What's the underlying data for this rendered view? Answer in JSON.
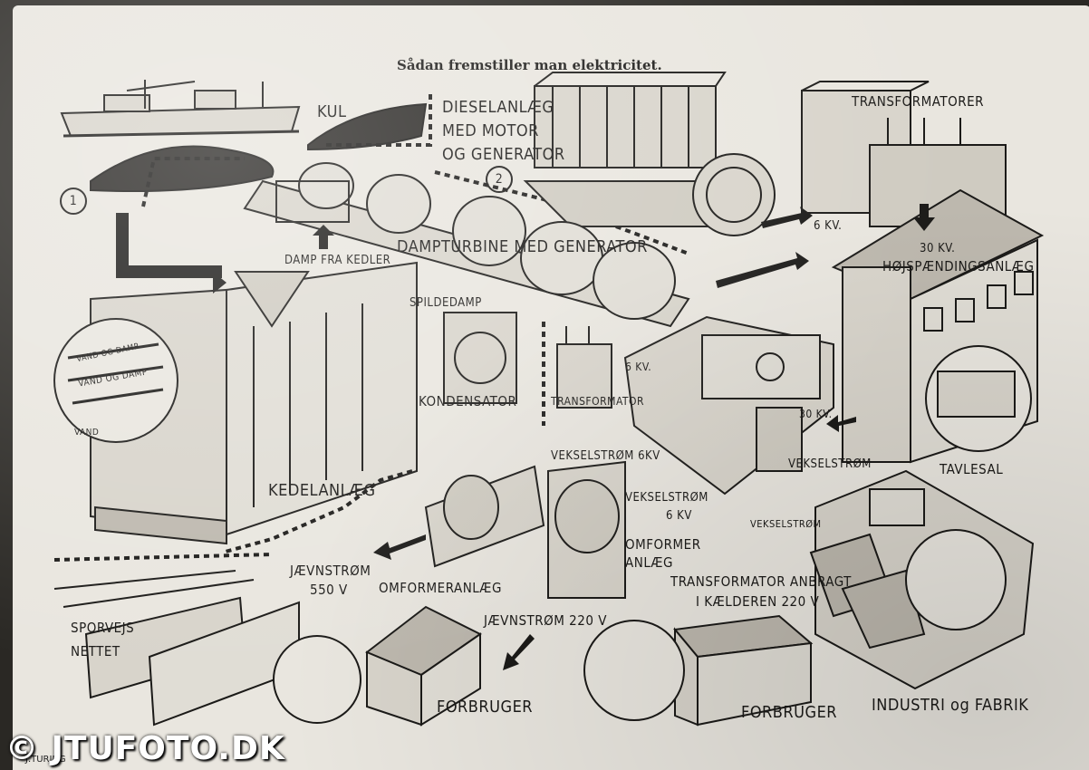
{
  "title": "Sådan fremstiller man elektricitet.",
  "step_numbers": [
    "1",
    "2"
  ],
  "labels": {
    "kul": "KUL",
    "dieselanlaeg_1": "DIESELANLÆG",
    "dieselanlaeg_2": "MED MOTOR",
    "dieselanlaeg_3": "OG GENERATOR",
    "transformatorer": "TRANSFORMATORER",
    "6kv_top": "6 KV.",
    "30kv": "30 KV.",
    "hoejspaending": "HØJSPÆNDINGSANLÆG",
    "damp_fra_kedler": "DAMP FRA KEDLER",
    "dampturbine": "DAMPTURBINE MED GENERATOR",
    "spildedamp": "SPILDEDAMP",
    "vand_og_damp_1": "VAND OG DAMP",
    "vand_og_damp_2": "VAND OG DAMP",
    "vand": "VAND",
    "kondensator": "KONDENSATOR",
    "transformator": "TRANSFORMATOR",
    "6kv_mid": "6 KV.",
    "30kv_mid": "30 KV.",
    "tavlesal": "TAVLESAL",
    "kedelanlaeg": "KEDELANLÆG",
    "vekselstroem_6kv": "VEKSELSTRØM 6KV",
    "vekselstroem_right": "VEKSELSTRØM",
    "vekselstroem_2_1": "VEKSELSTRØM",
    "vekselstroem_2_2": "6 KV",
    "vekselstroem_small": "VEKSELSTRØM",
    "omformer_1": "OMFORMER",
    "omformer_2": "ANLÆG",
    "jaevnstroem_550_1": "JÆVNSTRØM",
    "jaevnstroem_550_2": "550 V",
    "omformeranlaeg": "OMFORMERANLÆG",
    "transformator_anbragt_1": "TRANSFORMATOR ANBRAGT",
    "transformator_anbragt_2": "I KÆLDEREN 220 V",
    "sporvejs_1": "SPORVEJS",
    "sporvejs_2": "NETTET",
    "jaevnstroem_220": "JÆVNSTRØM 220 V",
    "forbruger_left": "FORBRUGER",
    "forbruger_right": "FORBRUGER",
    "industri": "INDUSTRI og FABRIK"
  },
  "watermark": "© JTUFOTO.DK",
  "signature": "J.TURING",
  "colors": {
    "paper": "#e9e6df",
    "ink": "#1b1a18",
    "background": "#2a2824"
  }
}
